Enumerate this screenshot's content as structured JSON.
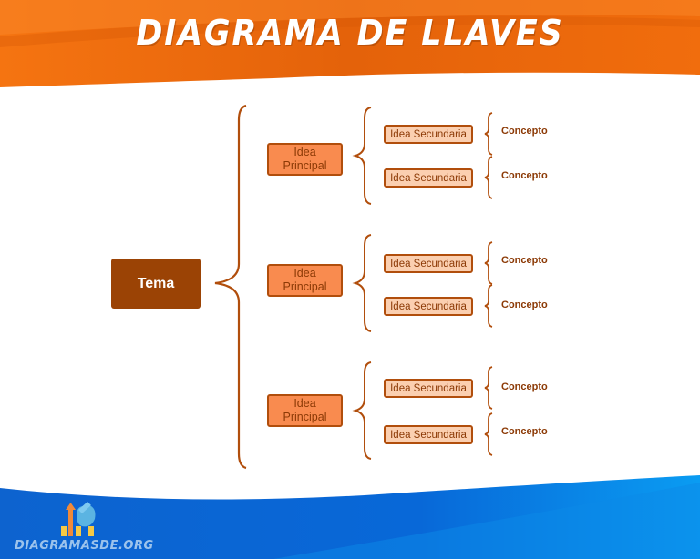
{
  "header": {
    "title": "DIAGRAMA DE LLAVES",
    "color": "#e8650a"
  },
  "diagram": {
    "root": {
      "label": "Tema",
      "color": "#9b4305"
    },
    "brace_color": "#b14e0c",
    "principal_color": "#f98b4f",
    "secundaria_color": "#fbcfb0",
    "groups": [
      {
        "principal": "Idea\nPrincipal",
        "secundarias": [
          {
            "label": "Idea Secundaria",
            "concepto": "Concepto"
          },
          {
            "label": "Idea Secundaria",
            "concepto": "Concepto"
          }
        ]
      },
      {
        "principal": "Idea\nPrincipal",
        "secundarias": [
          {
            "label": "Idea Secundaria",
            "concepto": "Concepto"
          },
          {
            "label": "Idea Secundaria",
            "concepto": "Concepto"
          }
        ]
      },
      {
        "principal": "Idea\nPrincipal",
        "secundarias": [
          {
            "label": "Idea Secundaria",
            "concepto": "Concepto"
          },
          {
            "label": "Idea Secundaria",
            "concepto": "Concepto"
          }
        ]
      }
    ]
  },
  "footer": {
    "logo_text": "DIAGRAMASDE.ORG",
    "logo_icon": "bar-chart-hand-icon",
    "color": "#0a6fd6"
  }
}
